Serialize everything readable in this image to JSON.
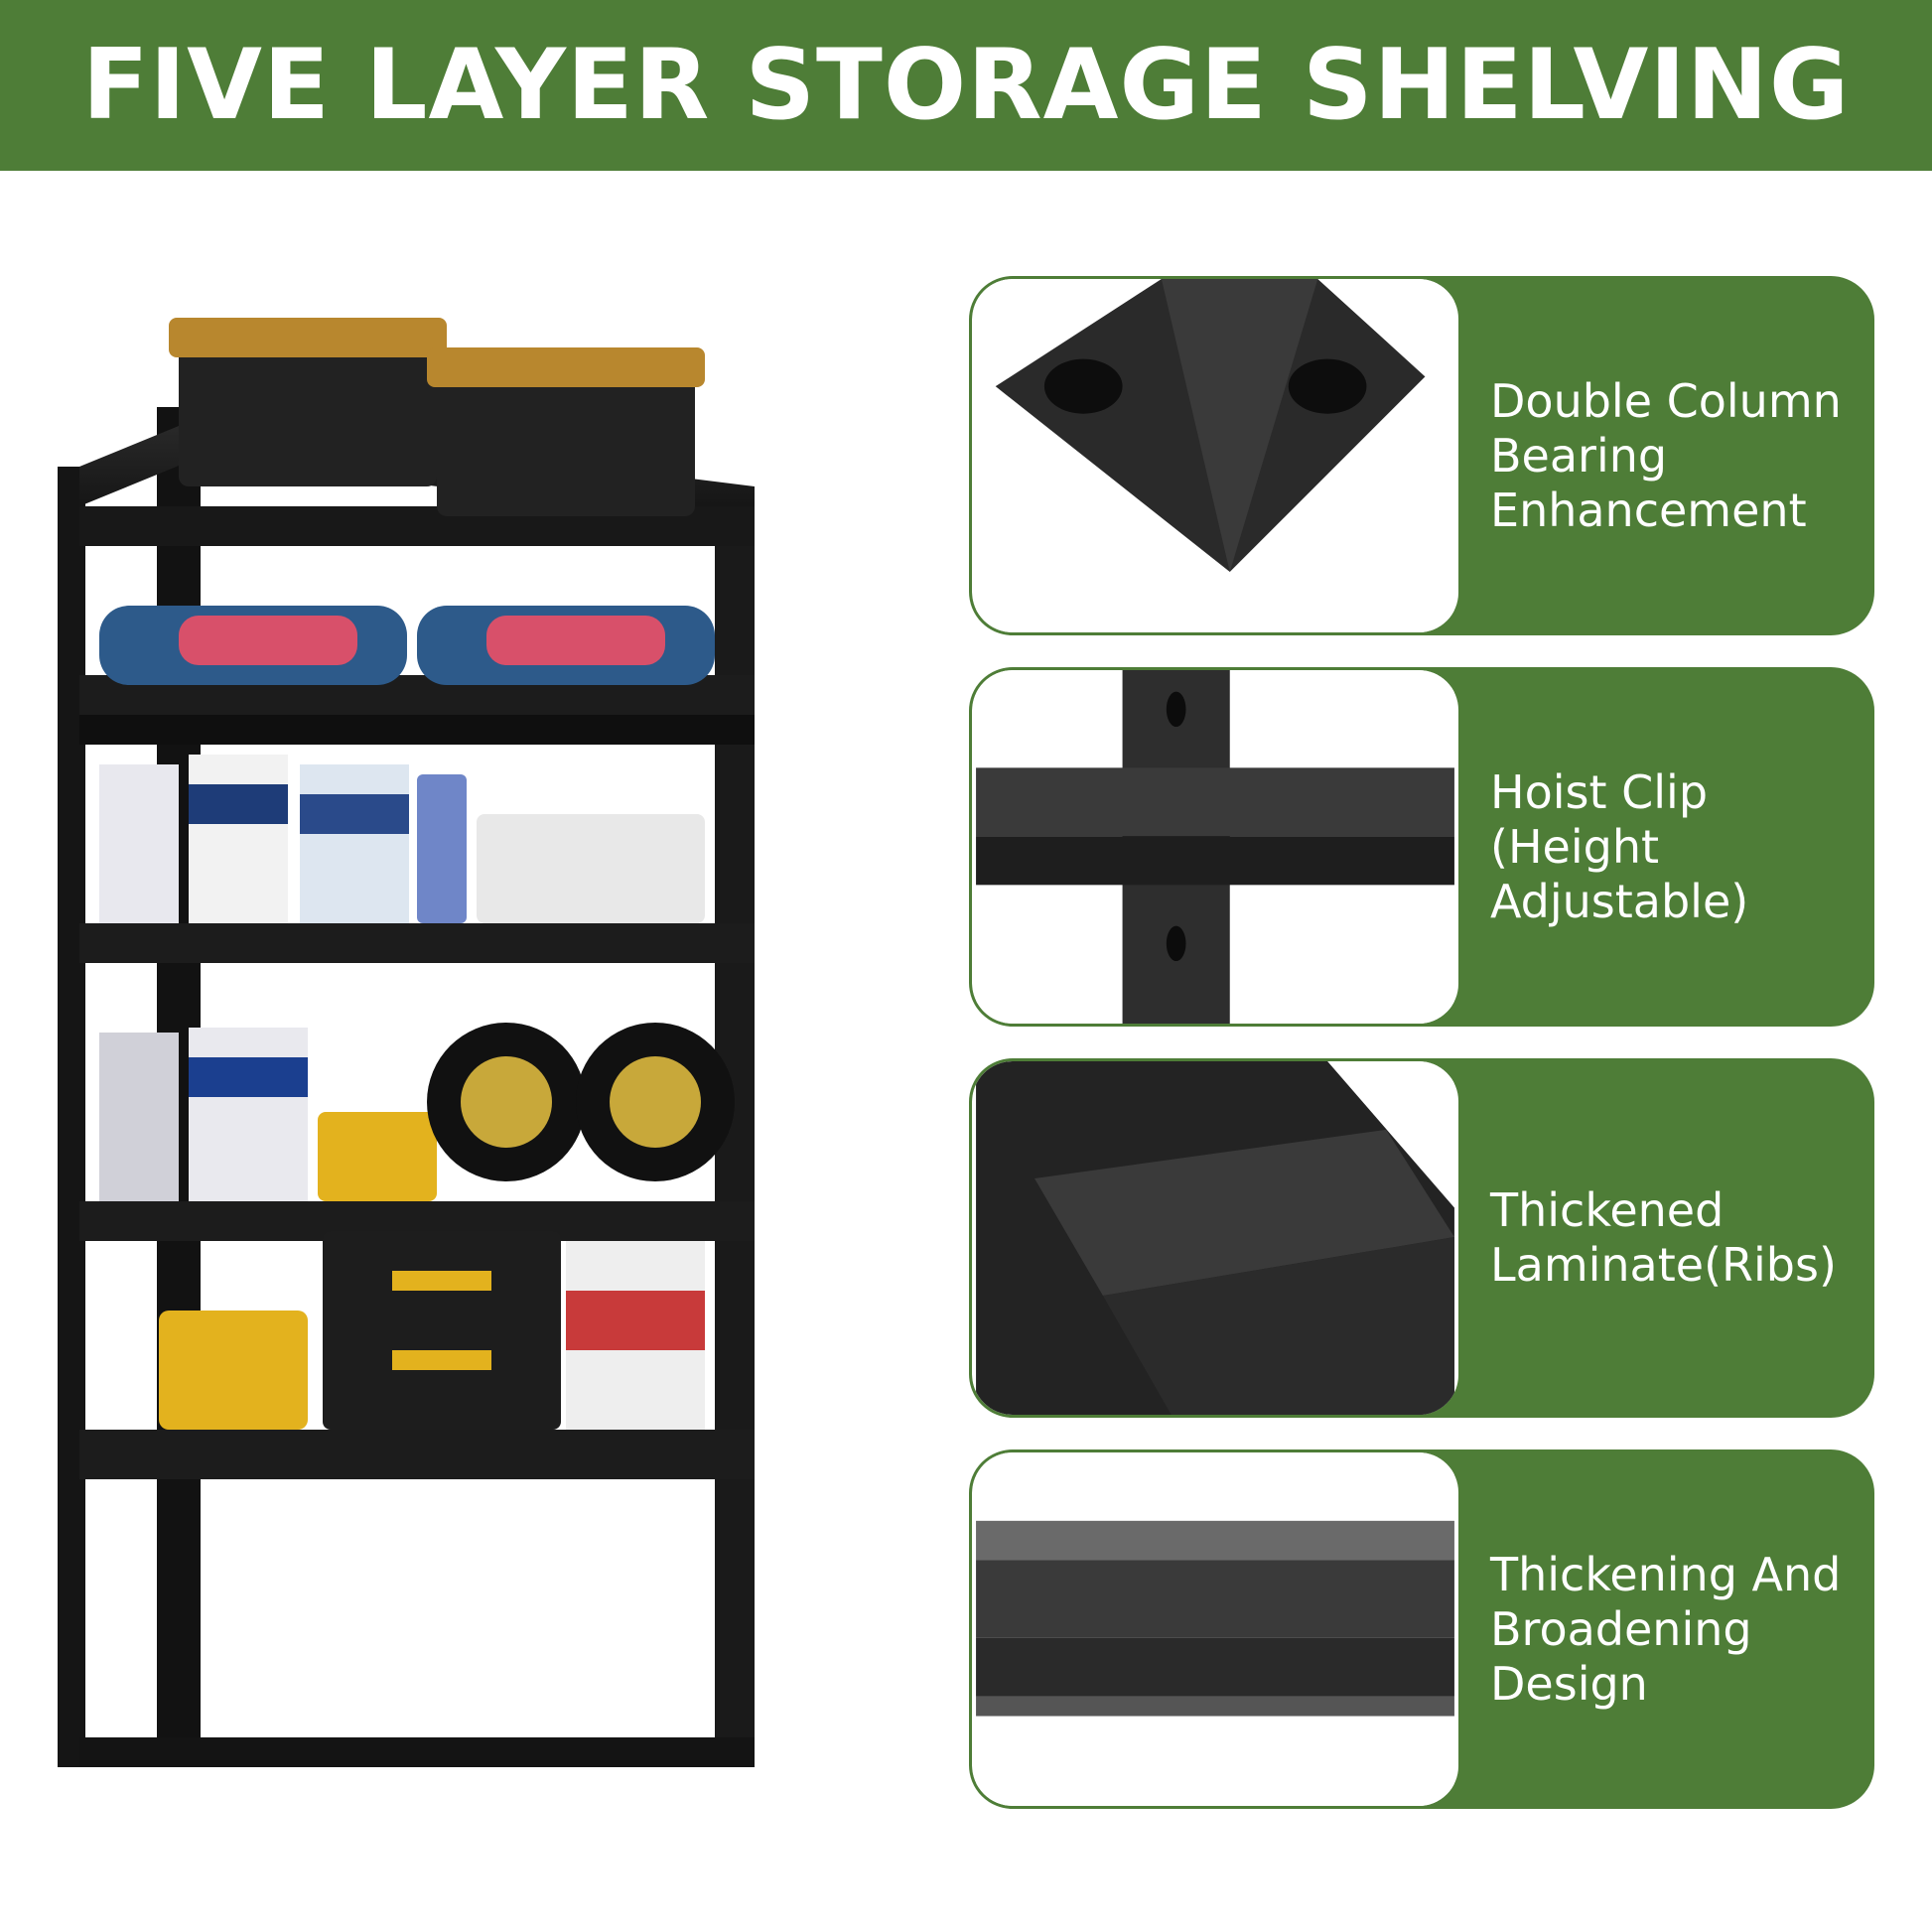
{
  "header": {
    "title": "FIVE LAYER STORAGE SHELVING"
  },
  "colors": {
    "brand": "#4e7d37",
    "shelf": "#1c1c1c",
    "text": "#ffffff"
  },
  "features": [
    {
      "label": "Double Column\nBearing\nEnhancement",
      "icon": "column-corner-closeup"
    },
    {
      "label": "Hoist Clip\n(Height\nAdjustable)",
      "icon": "hoist-clip-closeup"
    },
    {
      "label": "Thickened\nLaminate(Ribs)",
      "icon": "ribbed-laminate-closeup"
    },
    {
      "label": "Thickening And\nBroadening\nDesign",
      "icon": "beam-edge-closeup"
    }
  ]
}
